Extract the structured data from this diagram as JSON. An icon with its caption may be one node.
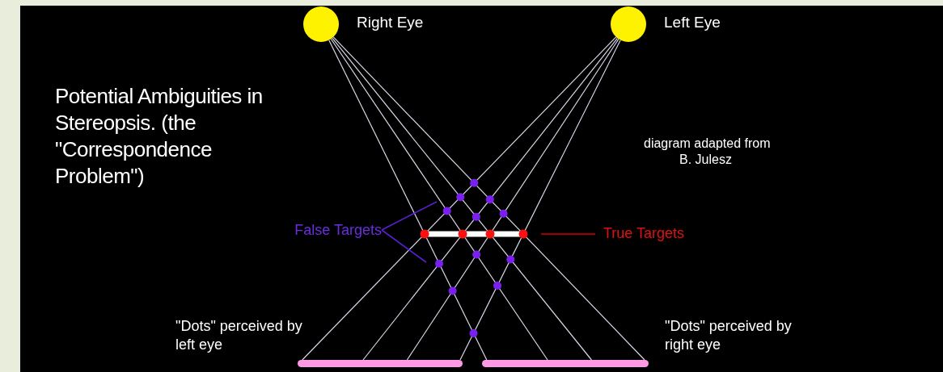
{
  "diagram": {
    "title": "Potential Ambiguities in Stereopsis. (the \"Correspondence Problem\")",
    "nodes": [
      {
        "text": [
          "Right Eye"
        ]
      },
      {
        "text": [
          "Left Eye"
        ]
      },
      {
        "text": [
          "False Targets"
        ]
      },
      {
        "text": [],
        "shape": "bar"
      },
      {
        "text": [
          "True Targets"
        ]
      },
      {
        "text": [],
        "shape": "bar",
        "beside": [
          "\"Dots\" perceived by left eye"
        ]
      },
      {
        "text": [],
        "shape": "bar",
        "beside": [
          "\"Dots\" perceived by right eye"
        ]
      }
    ],
    "edges": [
      {
        "from": 0,
        "to": 6,
        "arrow": "none"
      },
      {
        "from": 0,
        "to": 6,
        "arrow": "none"
      },
      {
        "from": 0,
        "to": 6,
        "arrow": "none"
      },
      {
        "from": 0,
        "to": 6,
        "arrow": "none"
      },
      {
        "from": 1,
        "to": 5,
        "arrow": "none"
      },
      {
        "from": 1,
        "to": 5,
        "arrow": "none"
      },
      {
        "from": 1,
        "to": 5,
        "arrow": "none"
      },
      {
        "from": 1,
        "to": 5,
        "arrow": "none"
      },
      {
        "from": 2,
        "to": null,
        "arrow": "none",
        "color": "#5a1fd0"
      },
      {
        "from": 2,
        "to": null,
        "arrow": "none",
        "color": "#5a1fd0"
      },
      {
        "from": 4,
        "to": 3,
        "arrow": "none",
        "color": "#d00000"
      }
    ],
    "labels": [
      "diagram adapted from",
      "B. Julesz"
    ]
  }
}
